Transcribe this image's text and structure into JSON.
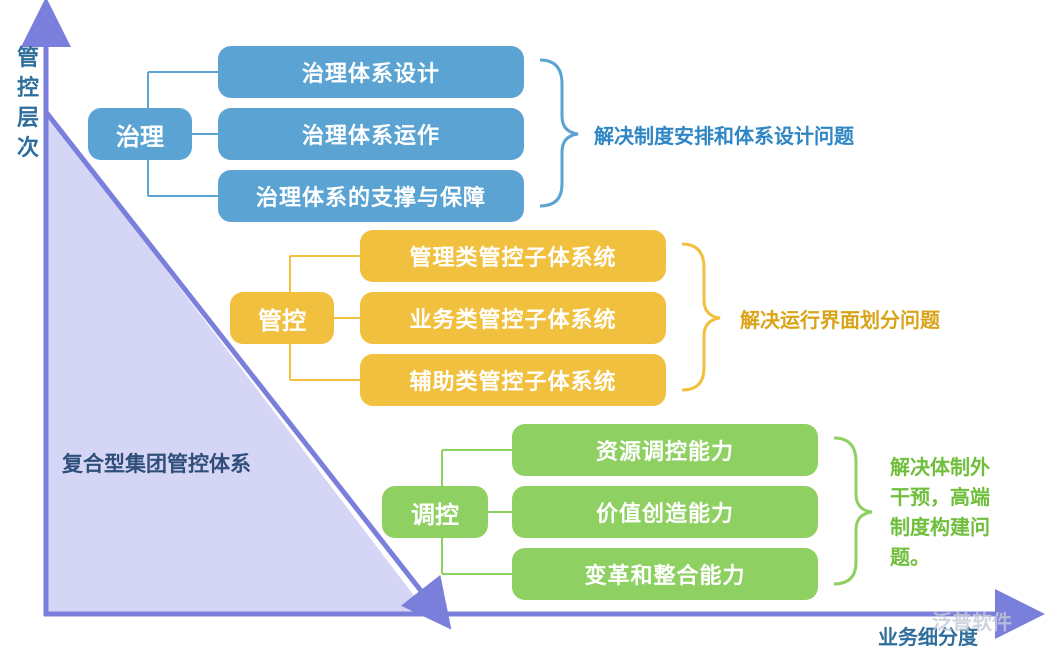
{
  "axes": {
    "vertical_label": "管控层次",
    "horizontal_label": "业务细分度"
  },
  "triangle_label": "复合型集团管控体系",
  "groups": {
    "governance": {
      "label": "治理",
      "items": [
        "治理体系设计",
        "治理体系运作",
        "治理体系的支撑与保障"
      ],
      "note": "解决制度安排和体系设计问题",
      "color": "#5aa3d2"
    },
    "control": {
      "label": "管控",
      "items": [
        "管理类管控子体系统",
        "业务类管控子体系统",
        "辅助类管控子体系统"
      ],
      "note": "解决运行界面划分问题",
      "color": "#f1c03f"
    },
    "regulation": {
      "label": "调控",
      "items": [
        "资源调控能力",
        "价值创造能力",
        "变革和整合能力"
      ],
      "note_lines": [
        "解决体制外",
        "干预，高端",
        "制度构建问",
        "题。"
      ],
      "color": "#8fd063"
    }
  },
  "watermark": "泛普软件"
}
